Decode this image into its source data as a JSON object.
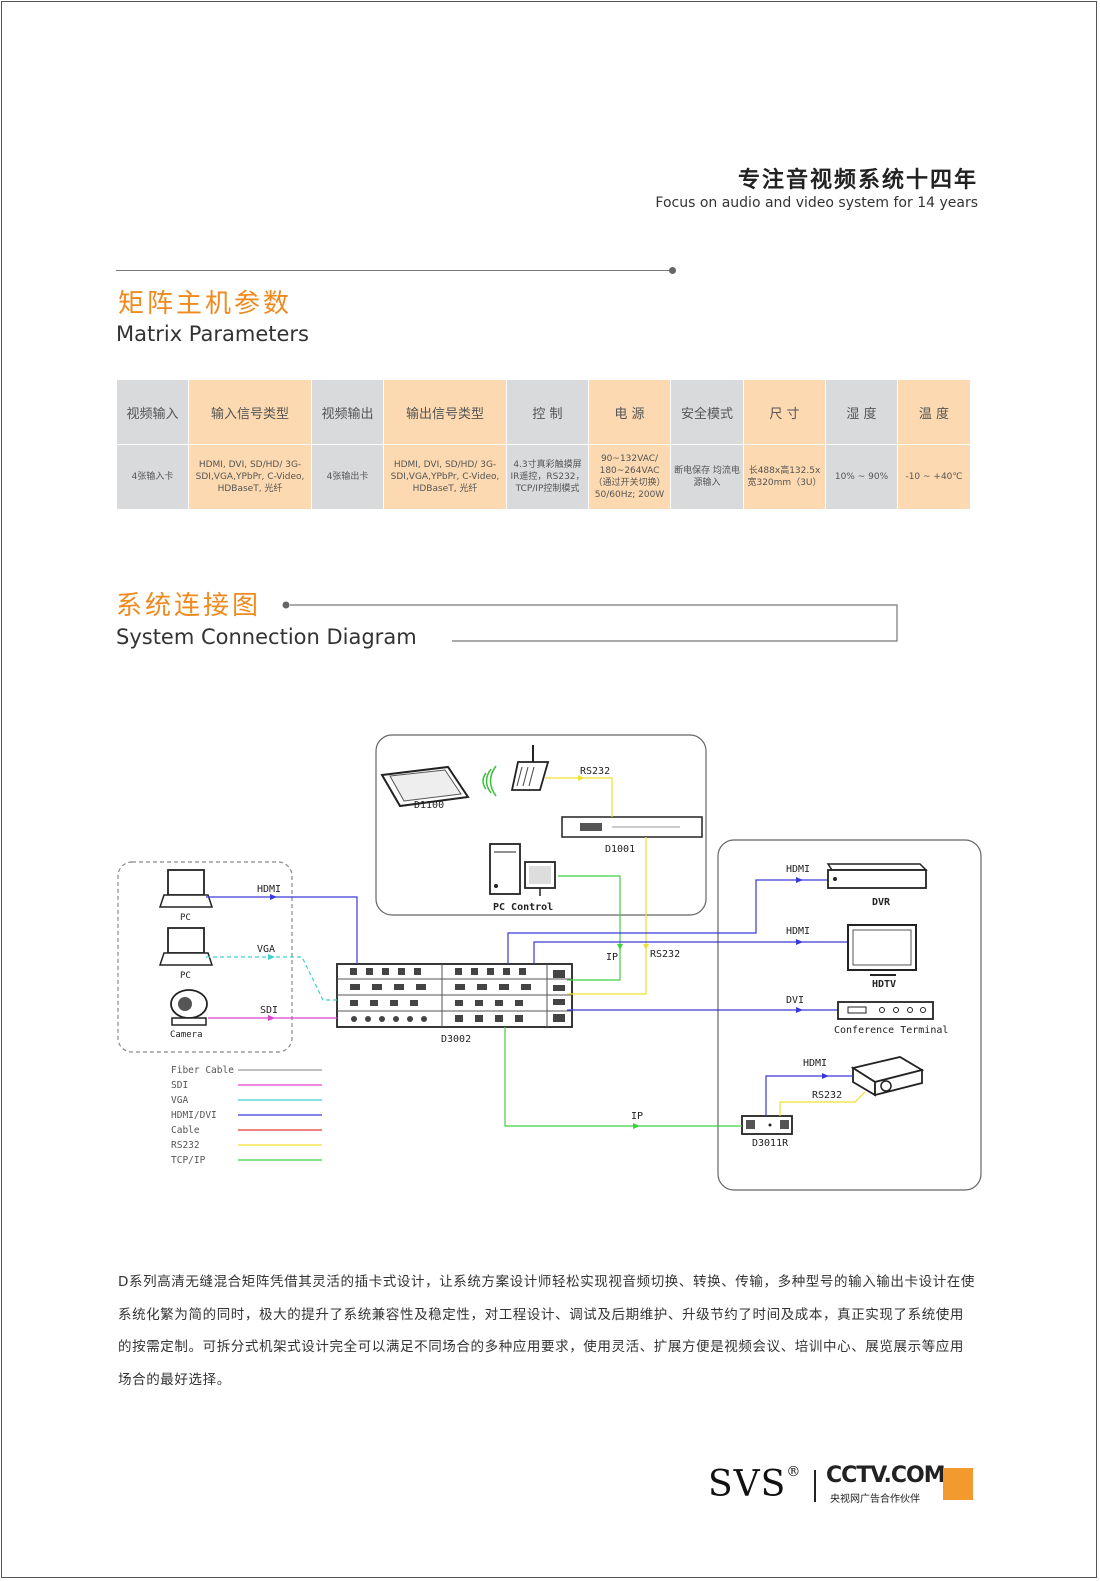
{
  "header": {
    "slogan_cn": "专注音视频系统十四年",
    "slogan_en": "Focus on audio and video system for 14 years"
  },
  "matrix_section": {
    "title_cn": "矩阵主机参数",
    "title_en": "Matrix Parameters"
  },
  "params_table": {
    "headers": [
      "视频输入",
      "输入信号类型",
      "视频输出",
      "输出信号类型",
      "控 制",
      "电 源",
      "安全模式",
      "尺 寸",
      "湿 度",
      "温 度"
    ],
    "values": [
      "4张输入卡",
      "HDMI, DVI, SD/HD/ 3G-SDI,VGA,YPbPr, C-Video, HDBaseT, 光纤",
      "4张输出卡",
      "HDMI, DVI, SD/HD/ 3G-SDI,VGA,YPbPr, C-Video, HDBaseT, 光纤",
      "4.3寸真彩触摸屏 IR遥控，RS232， TCP/IP控制模式",
      "90~132VAC/ 180~264VAC （通过开关切换） 50/60Hz; 200W",
      "断电保存 均流电源输入",
      "长488x高132.5x 宽320mm（3U）",
      "10% ~ 90%",
      "-10 ~ +40℃"
    ]
  },
  "diagram_section": {
    "title_cn": "系统连接图",
    "title_en": "System Connection Diagram"
  },
  "diagram": {
    "devices": {
      "d1100": "D1100",
      "d1001": "D1001",
      "pc_control": "PC Control",
      "pc1": "PC",
      "pc2": "PC",
      "camera": "Camera",
      "d3002": "D3002",
      "dvr": "DVR",
      "hdtv": "HDTV",
      "conference": "Conference Terminal",
      "d3011r": "D3011R"
    },
    "link_labels": {
      "rs232_top": "RS232",
      "hdmi_pc": "HDMI",
      "vga": "VGA",
      "sdi": "SDI",
      "ip_mid": "IP",
      "rs232_mid": "RS232",
      "hdmi_dvr": "HDMI",
      "hdmi_hdtv": "HDMI",
      "dvi": "DVI",
      "hdmi_proj": "HDMI",
      "rs232_proj": "RS232",
      "ip_bottom": "IP"
    },
    "legend": [
      {
        "label": "Fiber Cable",
        "color": "#9a9a9a"
      },
      {
        "label": "SDI",
        "color": "#e040d0"
      },
      {
        "label": "VGA",
        "color": "#3fd0d0"
      },
      {
        "label": "HDMI/DVI",
        "color": "#3a3ad8"
      },
      {
        "label": "Cable",
        "color": "#e83838"
      },
      {
        "label": "RS232",
        "color": "#f0e030"
      },
      {
        "label": "TCP/IP",
        "color": "#40d040"
      }
    ]
  },
  "description": "D系列高清无缝混合矩阵凭借其灵活的插卡式设计，让系统方案设计师轻松实现视音频切换、转换、传输，多种型号的输入输出卡设计在使系统化繁为简的同时，极大的提升了系统兼容性及稳定性，对工程设计、调试及后期维护、升级节约了时间及成本，真正实现了系统使用的按需定制。可拆分式机架式设计完全可以满足不同场合的多种应用要求，使用灵活、扩展方便是视频会议、培训中心、展览展示等应用场合的最好选择。",
  "footer": {
    "logo_svs": "SVS",
    "logo_registered": "®",
    "logo_cctv": "CCTV.COM",
    "logo_cctv_sub": "央视网广告合作伙伴",
    "accent_color": "#f39a2e"
  }
}
